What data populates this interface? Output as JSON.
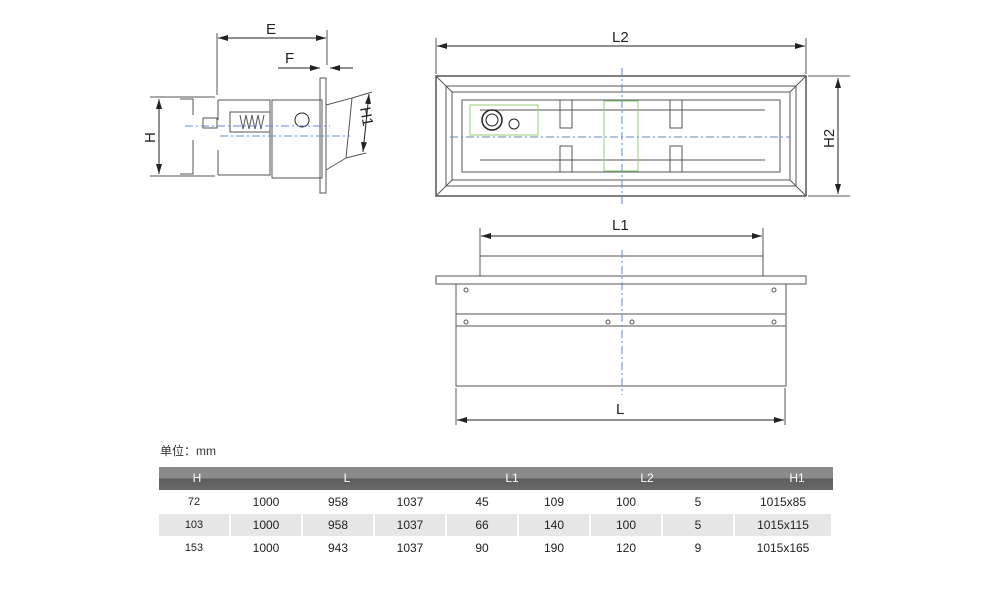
{
  "drawing": {
    "side_view": {
      "dim_E": "E",
      "dim_F": "F",
      "dim_H": "H",
      "dim_H1": "H1"
    },
    "top_view": {
      "dim_L2": "L2",
      "dim_H2": "H2"
    },
    "front_view": {
      "dim_L1": "L1",
      "dim_L": "L"
    }
  },
  "colors": {
    "line": "#555555",
    "centerline": "#6688cc",
    "highlight": "#99cc77",
    "header": "#6e6e6e"
  },
  "unit_label": "单位：mm",
  "table": {
    "headers": [
      "H",
      "L",
      "L1",
      "L2",
      "H1"
    ],
    "rows": [
      [
        "72",
        "1000",
        "958",
        "1037",
        "45",
        "109",
        "100",
        "5",
        "1015x85"
      ],
      [
        "103",
        "1000",
        "958",
        "1037",
        "66",
        "140",
        "100",
        "5",
        "1015x115"
      ],
      [
        "153",
        "1000",
        "943",
        "1037",
        "90",
        "190",
        "120",
        "9",
        "1015x165"
      ]
    ]
  }
}
